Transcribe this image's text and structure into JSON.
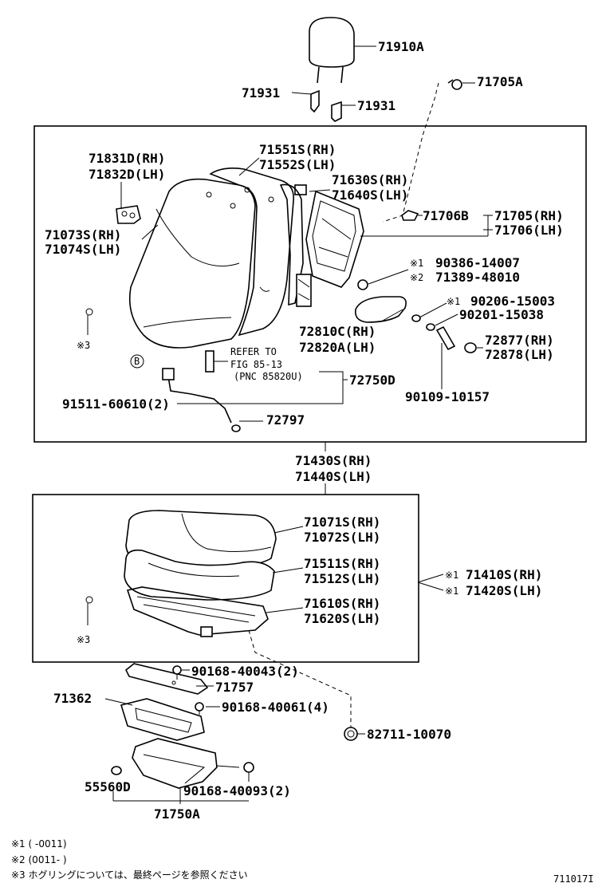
{
  "diagram_id": "711017I",
  "parts": {
    "p71910A": "71910A",
    "p71931a": "71931",
    "p71931b": "71931",
    "p71705A": "71705A",
    "p71831D": "71831D(RH)",
    "p71832D": "71832D(LH)",
    "p71551S": "71551S(RH)",
    "p71552S": "71552S(LH)",
    "p71630S": "71630S(RH)",
    "p71640S": "71640S(LH)",
    "p71706B": "71706B",
    "p71705": "71705(RH)",
    "p71706": "71706(LH)",
    "p71073S": "71073S(RH)",
    "p71074S": "71074S(LH)",
    "m1a": "※1",
    "p90386": "90386-14007",
    "m2a": "※2",
    "p71389": "71389-48010",
    "m1b": "※1",
    "p90206": "90206-15003",
    "p90201": "90201-15038",
    "p72810C": "72810C(RH)",
    "p72820A": "72820A(LH)",
    "p72877": "72877(RH)",
    "p72878": "72878(LH)",
    "m3a": "※3",
    "refer1": "REFER TO",
    "refer2": "FIG 85-13",
    "refer3": "(PNC 85820U)",
    "p72750D": "72750D",
    "circleB": "B",
    "p91511": "91511-60610(2)",
    "p90109": "90109-10157",
    "p72797": "72797",
    "p71430S": "71430S(RH)",
    "p71440S": "71440S(LH)",
    "p71071S": "71071S(RH)",
    "p71072S": "71072S(LH)",
    "p71511S": "71511S(RH)",
    "p71512S": "71512S(LH)",
    "m1c": "※1",
    "p71410S": "71410S(RH)",
    "m1d": "※1",
    "p71420S": "71420S(LH)",
    "p71610S": "71610S(RH)",
    "p71620S": "71620S(LH)",
    "m3b": "※3",
    "p90168a": "90168-40043(2)",
    "p71757": "71757",
    "p71362": "71362",
    "p90168b": "90168-40061(4)",
    "p82711": "82711-10070",
    "p55560D": "55560D",
    "p90168c": "90168-40093(2)",
    "p71750A": "71750A"
  },
  "notes": [
    "※1 (      -0011)",
    "※2 (0011-      )",
    "※3 ホグリングについては、最終ページを参照ください"
  ]
}
